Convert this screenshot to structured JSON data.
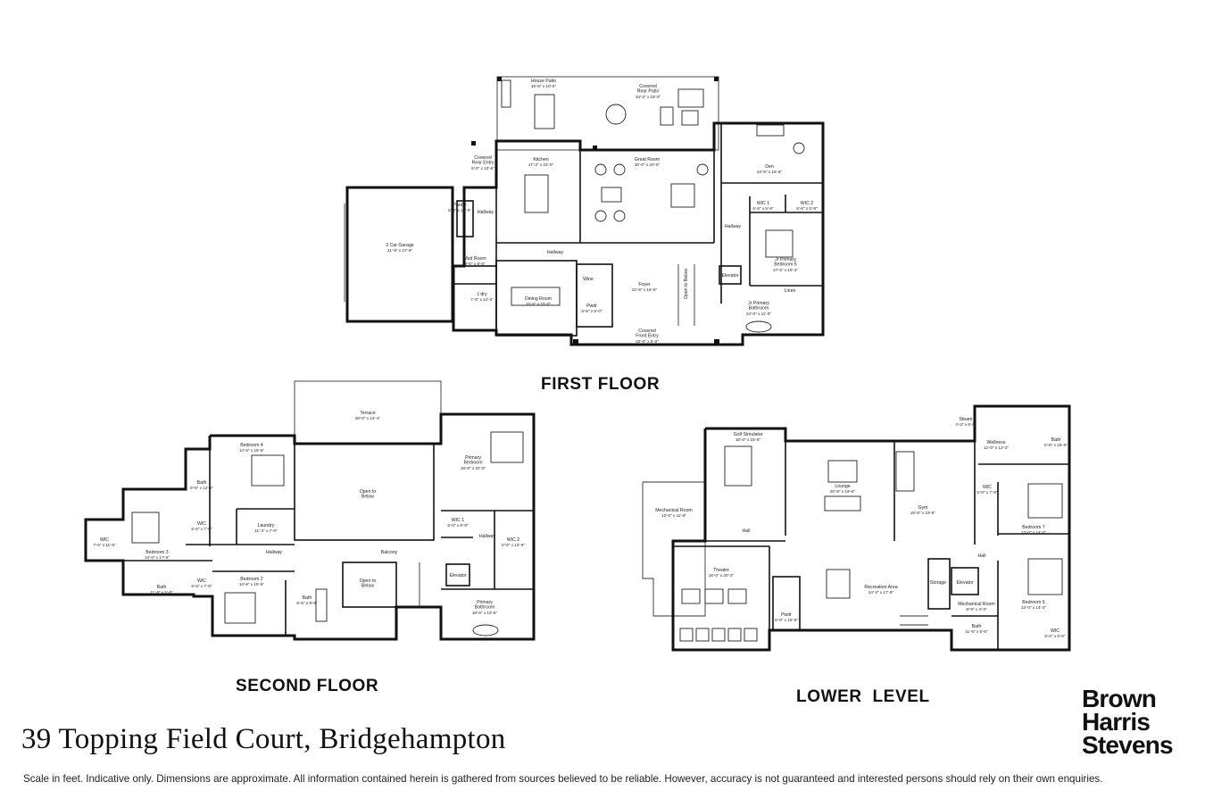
{
  "address": "39 Topping Field Court, Bridgehampton",
  "disclaimer": "Scale in feet. Indicative only. Dimensions are approximate. All information contained herein is gathered from sources believed to be reliable. However, accuracy is not guaranteed and interested persons should rely on their own enquiries.",
  "brand": {
    "line1": "Brown",
    "line2": "Harris",
    "line3": "Stevens"
  },
  "floors": {
    "first": {
      "title": "FIRST FLOOR",
      "rooms": {
        "house_patio": {
          "name": "House Patio",
          "dims": "16'-0\" x 10'-0\""
        },
        "covered_rear_patio": {
          "name": "Covered\nRear Patio",
          "dims": "34'-3\" x 18'-3\""
        },
        "covered_rear_entry": {
          "name": "Covered\nRear Entry",
          "dims": "6'-0\" x 10'-6\""
        },
        "kitchen": {
          "name": "Kitchen",
          "dims": "17'-3\" x 23'-0\""
        },
        "great_room": {
          "name": "Great Room",
          "dims": "30'-0\" x 20'-0\""
        },
        "den": {
          "name": "Den",
          "dims": "24'-8\" x 16'-6\""
        },
        "pantry": {
          "name": "Pantry",
          "dims": "5'-6\" x 13'-0\""
        },
        "hallway_a": {
          "name": "Hallway",
          "dims": ""
        },
        "hallway_b": {
          "name": "Hallway",
          "dims": ""
        },
        "hallway_c": {
          "name": "Hallway",
          "dims": ""
        },
        "garage": {
          "name": "2 Car Garage",
          "dims": "21'-9\" x 27'-9\""
        },
        "mud_room": {
          "name": "Mud Room",
          "dims": "9'-6\" x 8'-6\""
        },
        "lav": {
          "name": "L'dry",
          "dims": "7'-3\" x 12'-0\""
        },
        "dining_room": {
          "name": "Dining Room",
          "dims": "15'-6\" x 15'-0\""
        },
        "foyer": {
          "name": "Foyer",
          "dims": "22'-6\" x 16'-6\""
        },
        "pwdr": {
          "name": "Pwdr",
          "dims": "6'-6\" x 6'-0\""
        },
        "covered_front_entry": {
          "name": "Covered\nFront Entry",
          "dims": "32'-0\" x 5'-0\""
        },
        "wic1": {
          "name": "WIC 1",
          "dims": "6'-6\" x 5'-9\""
        },
        "wic2": {
          "name": "WIC 2",
          "dims": "6'-6\" x 5'-9\""
        },
        "jr_primary": {
          "name": "Jr Primary\nBedroom 5",
          "dims": "17'-6\" x 15'-4\""
        },
        "jr_bath": {
          "name": "Jr Primary\nBathroom",
          "dims": "24'-0\" x 11'-0\""
        },
        "elevator": {
          "name": "Elevator",
          "dims": ""
        },
        "open_to_below": {
          "name": "Open to Below",
          "dims": ""
        },
        "linen": {
          "name": "Linen",
          "dims": ""
        },
        "wine": {
          "name": "Wine",
          "dims": ""
        }
      }
    },
    "second": {
      "title": "SECOND FLOOR",
      "rooms": {
        "terrace": {
          "name": "Terrace",
          "dims": "30'-0\" x 14'-4\""
        },
        "bedroom4": {
          "name": "Bedroom 4",
          "dims": "14'-6\" x 15'-6\""
        },
        "bath_a": {
          "name": "Bath",
          "dims": "9'-6\" x 12'-3\""
        },
        "primary_bedroom": {
          "name": "Primary\nBedroom",
          "dims": "18'-0\" x 20'-0\""
        },
        "open_to_below_a": {
          "name": "Open to\nBelow",
          "dims": ""
        },
        "open_to_below_b": {
          "name": "Open to\nBelow",
          "dims": ""
        },
        "wic_a": {
          "name": "WIC",
          "dims": "5'-6\" x 7'-0\""
        },
        "wic_b": {
          "name": "WIC",
          "dims": "5'-6\" x 7'-0\""
        },
        "wic_c": {
          "name": "WIC",
          "dims": "7'-0\" x 11'-6\""
        },
        "laundry": {
          "name": "Laundry",
          "dims": "11'-3\" x 7'-0\""
        },
        "bedroom3": {
          "name": "Bedroom 3",
          "dims": "13'-0\" x 17'-6\""
        },
        "hallway": {
          "name": "Hallway",
          "dims": ""
        },
        "balcony": {
          "name": "Balcony",
          "dims": ""
        },
        "hallway2": {
          "name": "Hallway",
          "dims": ""
        },
        "wic1": {
          "name": "WIC 1",
          "dims": "6'-0\" x 9'-0\""
        },
        "wic2": {
          "name": "WIC 2",
          "dims": "6'-0\" x 14'-9\""
        },
        "bath_b": {
          "name": "Bath",
          "dims": "11'-9\" x 5'-6\""
        },
        "bedroom2": {
          "name": "Bedroom 2",
          "dims": "14'-6\" x 15'-6\""
        },
        "bath_c": {
          "name": "Bath",
          "dims": "8'-6\" x 9'-6\""
        },
        "elevator": {
          "name": "Elevator",
          "dims": ""
        },
        "primary_bath": {
          "name": "Primary\nBathroom",
          "dims": "18'-0\" x 13'-6\""
        }
      }
    },
    "lower": {
      "title": "LOWER  LEVEL",
      "rooms": {
        "golf": {
          "name": "Golf Simulator",
          "dims": "18'-0\" x 15'-8\""
        },
        "lounge": {
          "name": "Lounge",
          "dims": "20'-9\" x 19'-6\""
        },
        "gym": {
          "name": "Gym",
          "dims": "15'-0\" x 19'-6\""
        },
        "steam": {
          "name": "Steam",
          "dims": "4'-3\" x 6'-0\""
        },
        "wellness": {
          "name": "Wellness",
          "dims": "12'-0\" x 12'-3\""
        },
        "bath_a": {
          "name": "Bath",
          "dims": "5'-6\" x 15'-0\""
        },
        "wic_a": {
          "name": "WIC",
          "dims": "5'-0\" x 7'-6\""
        },
        "bedroom7": {
          "name": "Bedroom 7",
          "dims": "13'-0\" x 14'-0\""
        },
        "mechanical_a": {
          "name": "Mechanical Room",
          "dims": "12'-0\" x 11'-9\""
        },
        "hall_a": {
          "name": "Hall",
          "dims": ""
        },
        "hall_b": {
          "name": "Hall",
          "dims": ""
        },
        "theatre": {
          "name": "Theatre",
          "dims": "16'-0\" x 20'-3\""
        },
        "pwdr": {
          "name": "Pwdr",
          "dims": "8'-0\" x 10'-6\""
        },
        "recreation": {
          "name": "Recreation Area",
          "dims": "24'-3\" x 17'-6\""
        },
        "storage": {
          "name": "Storage",
          "dims": ""
        },
        "elevator": {
          "name": "Elevator",
          "dims": ""
        },
        "mechanical_b": {
          "name": "Mechanical Room",
          "dims": "9'-9\" x 4'-3\""
        },
        "bedroom6": {
          "name": "Bedroom 6",
          "dims": "13'-0\" x 14'-3\""
        },
        "bath_b": {
          "name": "Bath",
          "dims": "11'-6\" x 5'-6\""
        },
        "wic_b": {
          "name": "WIC",
          "dims": "5'-0\" x 8'-0\""
        }
      }
    }
  }
}
